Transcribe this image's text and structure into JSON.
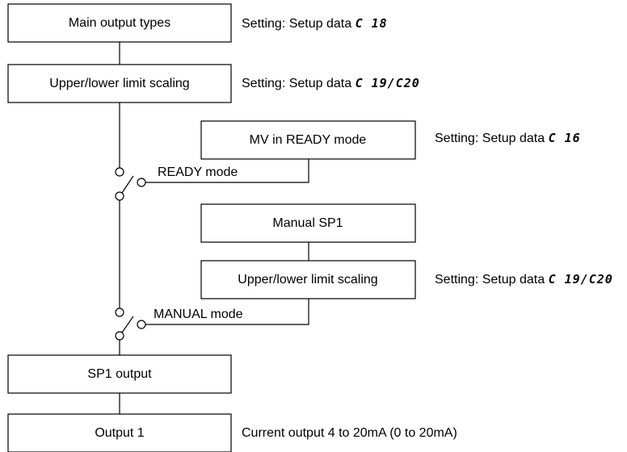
{
  "boxes": {
    "main_output_types": "Main output types",
    "scaling_1": "Upper/lower limit scaling",
    "mv_ready": "MV in READY mode",
    "manual_sp1": "Manual SP1",
    "scaling_2": "Upper/lower limit scaling",
    "sp1_output": "SP1 output",
    "output_1": "Output 1"
  },
  "notes": {
    "main_output_types": {
      "prefix": "Setting: Setup data",
      "code": "C 18"
    },
    "scaling_1": {
      "prefix": "Setting: Setup data",
      "code": "C 19/C20"
    },
    "mv_ready": {
      "prefix": "Setting: Setup data",
      "code": "C 16"
    },
    "scaling_2": {
      "prefix": "Setting: Setup data",
      "code": "C 19/C20"
    },
    "output_1": "Current output 4 to 20mA (0 to 20mA)"
  },
  "switches": {
    "ready": "READY mode",
    "manual": "MANUAL mode"
  }
}
